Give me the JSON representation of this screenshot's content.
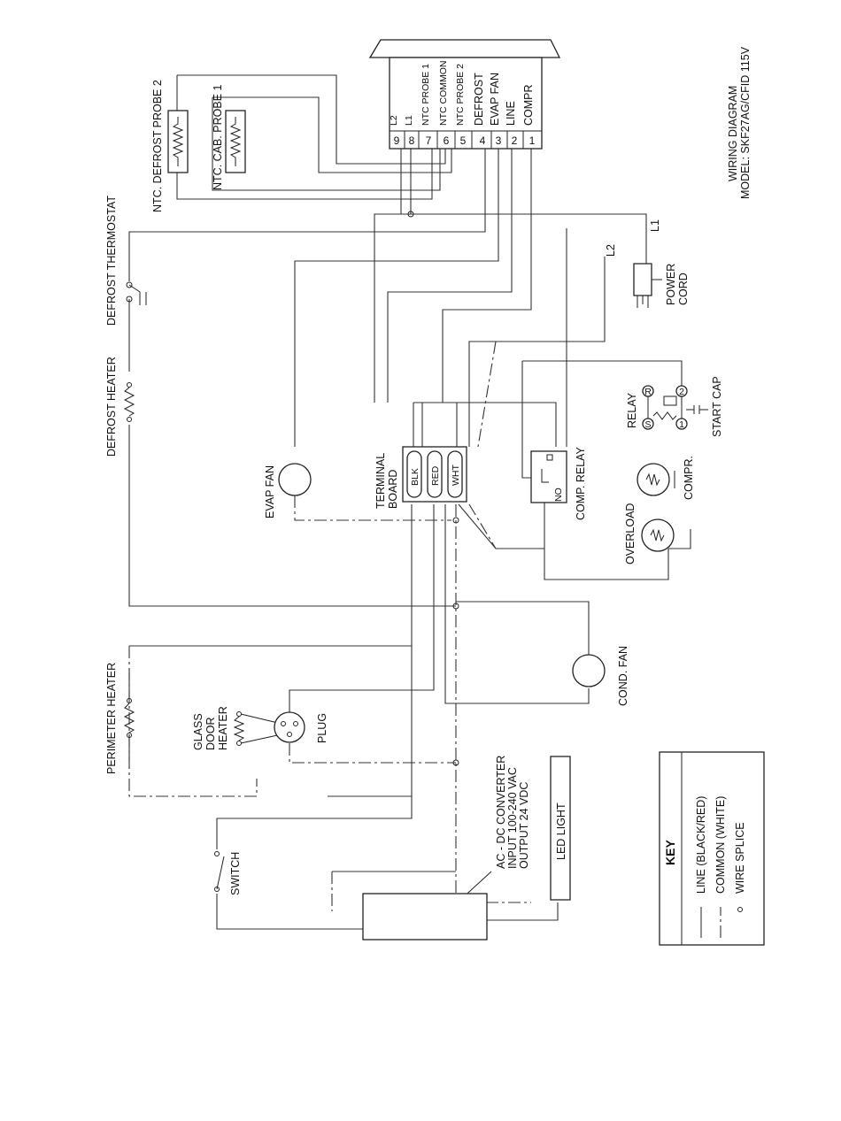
{
  "title": {
    "line1": "WIRING DIAGRAM",
    "line2": "MODEL: SKF27AG/CFID 115V"
  },
  "controller": {
    "pins": [
      {
        "num": "9",
        "label": "L2"
      },
      {
        "num": "8",
        "label": "L1"
      },
      {
        "num": "7",
        "label": "NTC PROBE 1"
      },
      {
        "num": "6",
        "label": "NTC COMMON"
      },
      {
        "num": "5",
        "label": "NTC PROBE 2"
      },
      {
        "num": "4",
        "label": "DEFROST"
      },
      {
        "num": "3",
        "label": "EVAP FAN"
      },
      {
        "num": "2",
        "label": "LINE"
      },
      {
        "num": "1",
        "label": "COMPR"
      }
    ]
  },
  "components": {
    "ntc_defrost_probe": "NTC. DEFROST PROBE 2",
    "ntc_cab_probe": "NTC. CAB. PROBE 1",
    "defrost_thermostat": "DEFROST THERMOSTAT",
    "defrost_heater": "DEFROST HEATER",
    "evap_fan": "EVAP FAN",
    "perimeter_heater": "PERIMETER HEATER",
    "glass_door_heater": [
      "GLASS",
      "DOOR",
      "HEATER"
    ],
    "plug": "PLUG",
    "switch": "SWITCH",
    "ac_dc_converter": [
      "AC - DC CONVERTER",
      "INPUT 100-240 VAC",
      "OUTPUT 24 VDC"
    ],
    "led_light": "LED LIGHT",
    "terminal_board": [
      "TERMINAL",
      "BOARD"
    ],
    "terminals": [
      "BLK",
      "RED",
      "WHT"
    ],
    "comp_relay": "COMP. RELAY",
    "comp_relay_no": "NO",
    "cond_fan": "COND. FAN",
    "overload": "OVERLOAD",
    "compr": "COMPR.",
    "relay": "RELAY",
    "start_cap": "START CAP",
    "power_cord": [
      "POWER",
      "CORD"
    ],
    "l1": "L1",
    "l2": "L2"
  },
  "key": {
    "title": "KEY",
    "items": [
      "LINE (BLACK/RED)",
      "COMMON (WHITE)",
      "WIRE SPLICE"
    ]
  }
}
